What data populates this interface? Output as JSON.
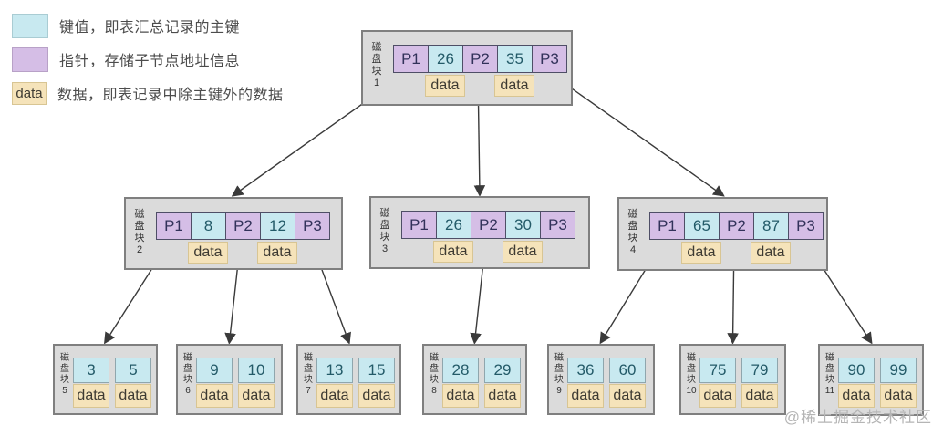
{
  "colors": {
    "key": "#c8e9f0",
    "pointer": "#d5bee6",
    "data": "#f5e3ba",
    "blockbg": "#dbdbdb",
    "blockborder": "#7f7f7f",
    "arrow": "#3a3a3a",
    "watermark": "#b5b5b5"
  },
  "legend": {
    "items": [
      {
        "type": "key",
        "swatch_label": "",
        "text": "键值，即表汇总记录的主键"
      },
      {
        "type": "pointer",
        "swatch_label": "",
        "text": "指针，存储子节点地址信息"
      },
      {
        "type": "data",
        "swatch_label": "data",
        "text": "数据，即表记录中除主键外的数据"
      }
    ]
  },
  "node_label_chars": "磁盘块",
  "data_cell_label": "data",
  "watermark": "@稀土掘金技术社区",
  "tree": {
    "internal_nodes": [
      {
        "block": "1",
        "pointers": [
          "P1",
          "P2",
          "P3"
        ],
        "keys": [
          "26",
          "35"
        ]
      },
      {
        "block": "2",
        "pointers": [
          "P1",
          "P2",
          "P3"
        ],
        "keys": [
          "8",
          "12"
        ]
      },
      {
        "block": "3",
        "pointers": [
          "P1",
          "P2",
          "P3"
        ],
        "keys": [
          "26",
          "30"
        ]
      },
      {
        "block": "4",
        "pointers": [
          "P1",
          "P2",
          "P3"
        ],
        "keys": [
          "65",
          "87"
        ]
      }
    ],
    "leaf_nodes": [
      {
        "block": "5",
        "keys": [
          "3",
          "5"
        ]
      },
      {
        "block": "6",
        "keys": [
          "9",
          "10"
        ]
      },
      {
        "block": "7",
        "keys": [
          "13",
          "15"
        ]
      },
      {
        "block": "8",
        "keys": [
          "28",
          "29"
        ]
      },
      {
        "block": "9",
        "keys": [
          "36",
          "60"
        ]
      },
      {
        "block": "10",
        "keys": [
          "75",
          "79"
        ]
      },
      {
        "block": "11",
        "keys": [
          "90",
          "99"
        ]
      }
    ],
    "edges": [
      {
        "from_block": "1",
        "pointer": "P1",
        "to_block": "2"
      },
      {
        "from_block": "1",
        "pointer": "P2",
        "to_block": "3"
      },
      {
        "from_block": "1",
        "pointer": "P3",
        "to_block": "4"
      },
      {
        "from_block": "2",
        "pointer": "P1",
        "to_block": "5"
      },
      {
        "from_block": "2",
        "pointer": "P2",
        "to_block": "6"
      },
      {
        "from_block": "2",
        "pointer": "P3",
        "to_block": "7"
      },
      {
        "from_block": "3",
        "pointer": "P2",
        "to_block": "8"
      },
      {
        "from_block": "4",
        "pointer": "P1",
        "to_block": "9"
      },
      {
        "from_block": "4",
        "pointer": "P2",
        "to_block": "10"
      },
      {
        "from_block": "4",
        "pointer": "P3",
        "to_block": "11"
      }
    ]
  }
}
